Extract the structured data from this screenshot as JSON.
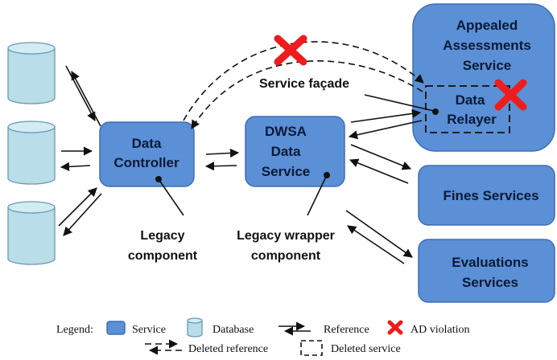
{
  "services": {
    "data_controller": [
      "Data",
      "Controller"
    ],
    "dwsa": [
      "DWSA",
      "Data",
      "Service"
    ],
    "appealed": [
      "Appealed",
      "Assessments",
      "Service"
    ],
    "data_relayer": [
      "Data",
      "Relayer"
    ],
    "fines": [
      "Fines Services"
    ],
    "evaluations": [
      "Evaluations",
      "Services"
    ]
  },
  "annotations": {
    "service_facade": "Service façade",
    "legacy_component": [
      "Legacy",
      "component"
    ],
    "legacy_wrapper": [
      "Legacy wrapper",
      "component"
    ]
  },
  "legend": {
    "title": "Legend:",
    "service": "Service",
    "database": "Database",
    "reference": "Reference",
    "ad_violation": "AD violation",
    "deleted_reference": "Deleted reference",
    "deleted_service": "Deleted service"
  },
  "colors": {
    "service_fill": "#5b8fd6",
    "database_fill": "#b9dde9",
    "violation": "#ee1c1c"
  }
}
